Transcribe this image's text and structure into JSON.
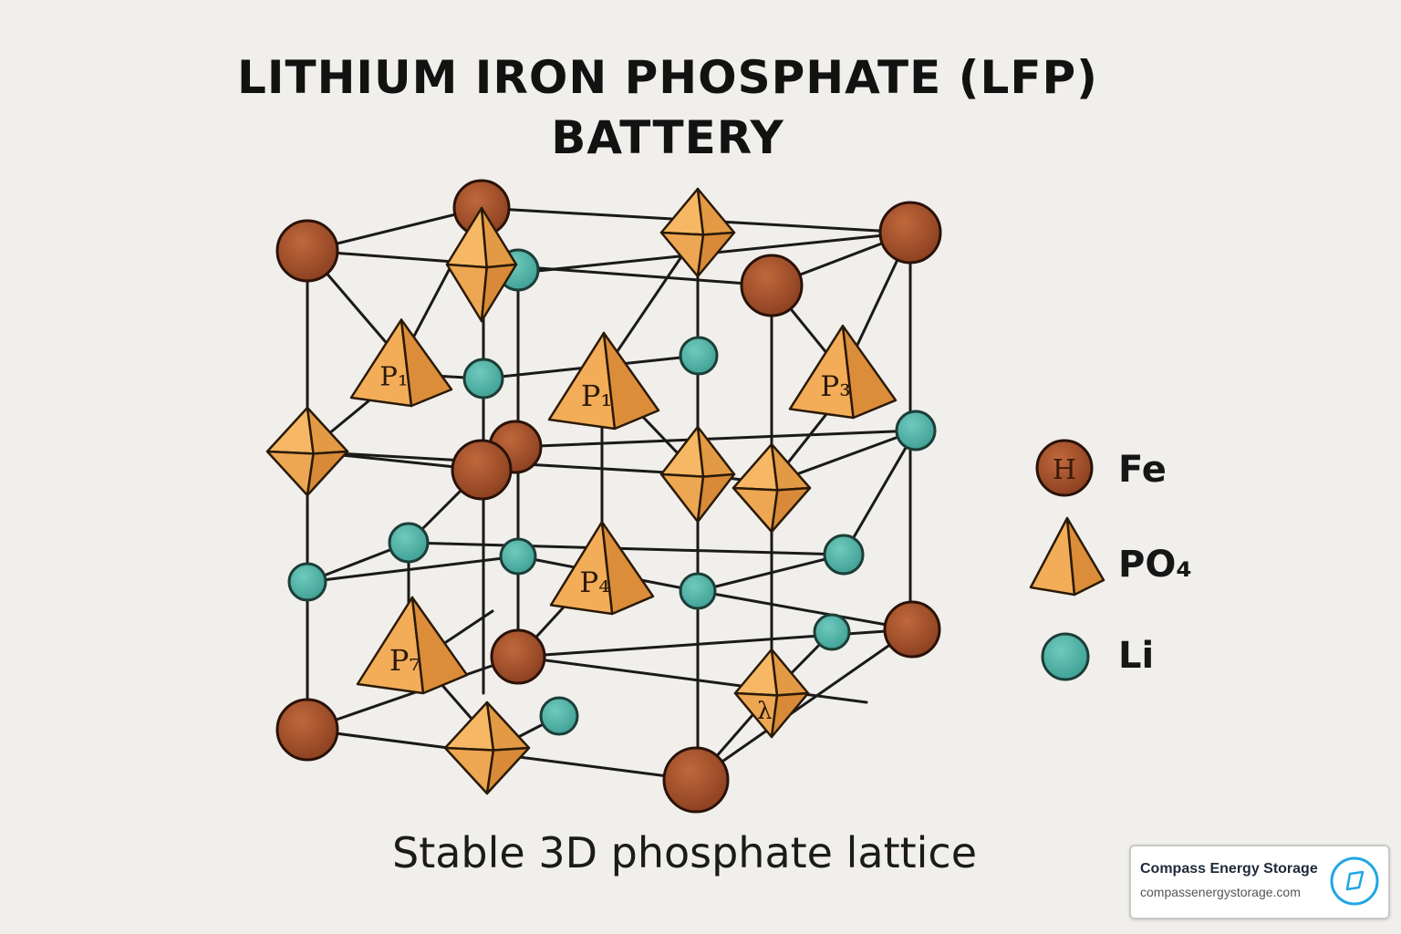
{
  "title": {
    "line1": "LITHIUM IRON PHOSPHATE (LFP)",
    "line2": "BATTERY"
  },
  "caption": "Stable 3D phosphate lattice",
  "legend": [
    {
      "label": "Fe",
      "marker": "H",
      "shape": "sphere",
      "color": "#a4512b"
    },
    {
      "label": "PO₄",
      "shape": "tetrahedron",
      "color": "#f0a850"
    },
    {
      "label": "Li",
      "shape": "sphere",
      "color": "#52b7aa"
    }
  ],
  "tetra_labels": [
    "P₁",
    "P₁",
    "P₃",
    "P₄",
    "P₇"
  ],
  "brand": {
    "name": "Compass Energy Storage",
    "url": "compassenergystorage.com",
    "icon": "compass-icon"
  },
  "colors": {
    "fe": "#a4512b",
    "po4": "#f0a850",
    "li": "#52b7aa",
    "line": "#1a1a1a",
    "background": "#f1efeb",
    "brand_accent": "#21a6e6"
  }
}
